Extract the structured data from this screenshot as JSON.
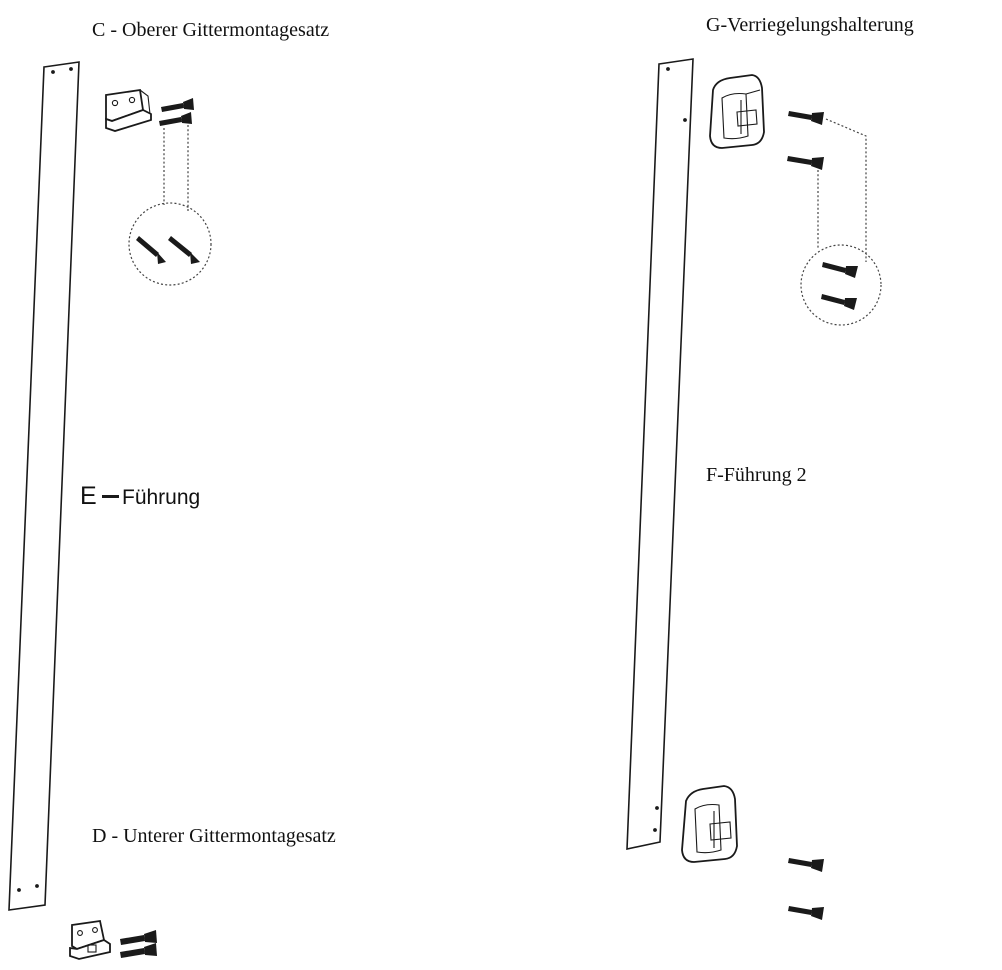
{
  "labels": {
    "part_c": "C - Oberer Gittermontagesatz",
    "part_d": "D - Unterer Gittermontagesatz",
    "part_e_letter": "E",
    "part_e_name": "Führung",
    "part_f": "F-Führung 2",
    "part_g": "G-Verriegelungshalterung"
  },
  "colors": {
    "line": "#1a1a1a",
    "background": "#ffffff"
  },
  "icons": [
    "rail-part",
    "bracket-part",
    "latch-part",
    "screw-part",
    "detail-circle"
  ]
}
